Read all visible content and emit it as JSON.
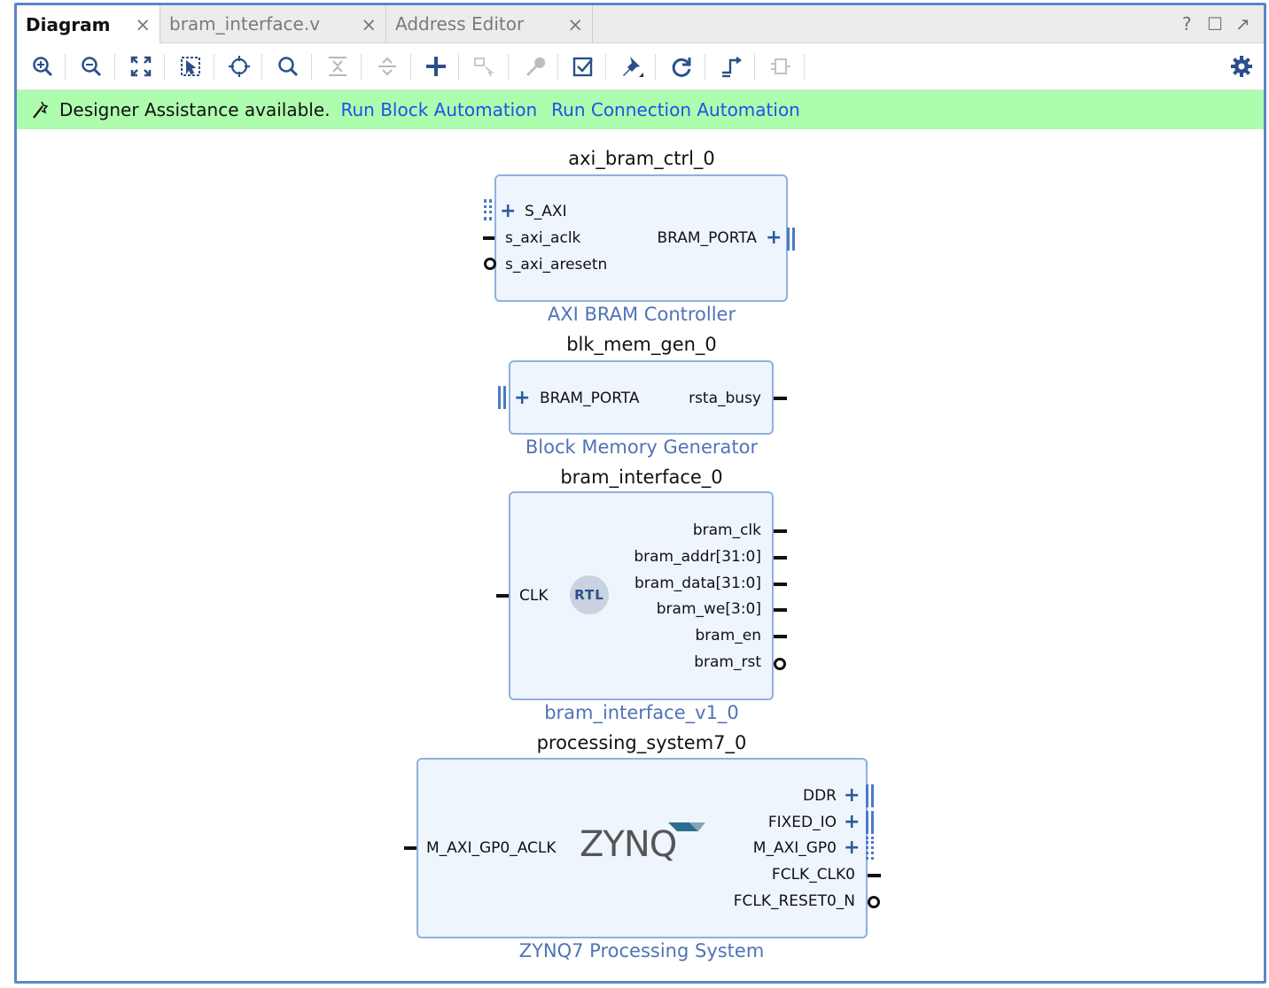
{
  "tabs": [
    {
      "label": "Diagram",
      "active": true
    },
    {
      "label": "bram_interface.v",
      "active": false
    },
    {
      "label": "Address Editor",
      "active": false
    }
  ],
  "tab_close": "×",
  "window_buttons": {
    "help": "?",
    "restore": "☐",
    "float": "↗"
  },
  "toolbar_icons": [
    "zoom-in-icon",
    "zoom-out-icon",
    "fit-view-icon",
    "zoom-selection-icon",
    "auto-fit-selection-icon",
    "search-icon",
    "collapse-all-icon",
    "expand-all-icon",
    "add-ip-icon",
    "make-connection-icon",
    "customize-icon",
    "validate-icon",
    "pin-icon",
    "regenerate-layout-icon",
    "optimize-routing-icon",
    "make-external-icon",
    "settings-icon"
  ],
  "banner": {
    "message": "Designer Assistance available.",
    "link_block": "Run Block Automation",
    "link_connection": "Run Connection Automation",
    "bg": "#aefcae",
    "link_color": "#1a55e6"
  },
  "blocks": {
    "axi_bram": {
      "instance": "axi_bram_ctrl_0",
      "ip": "AXI BRAM Controller",
      "ports_left": [
        "S_AXI",
        "s_axi_aclk",
        "s_axi_aresetn"
      ],
      "ports_right": [
        "BRAM_PORTA"
      ]
    },
    "blk_mem": {
      "instance": "blk_mem_gen_0",
      "ip": "Block Memory Generator",
      "ports_left": [
        "BRAM_PORTA"
      ],
      "ports_right": [
        "rsta_busy"
      ]
    },
    "bram_if": {
      "instance": "bram_interface_0",
      "ip": "bram_interface_v1_0",
      "logo": "RTL",
      "ports_left": [
        "CLK"
      ],
      "ports_right": [
        "bram_clk",
        "bram_addr[31:0]",
        "bram_data[31:0]",
        "bram_we[3:0]",
        "bram_en",
        "bram_rst"
      ]
    },
    "zynq": {
      "instance": "processing_system7_0",
      "ip": "ZYNQ7 Processing System",
      "logo": "ZYNQ",
      "ports_left": [
        "M_AXI_GP0_ACLK"
      ],
      "ports_right": [
        "DDR",
        "FIXED_IO",
        "M_AXI_GP0",
        "FCLK_CLK0",
        "FCLK_RESET0_N"
      ]
    }
  },
  "colors": {
    "block_fill": "#eef5fd",
    "block_border": "#8fb1dc",
    "ip_label": "#4f73b8",
    "frame": "#5b86c7"
  }
}
